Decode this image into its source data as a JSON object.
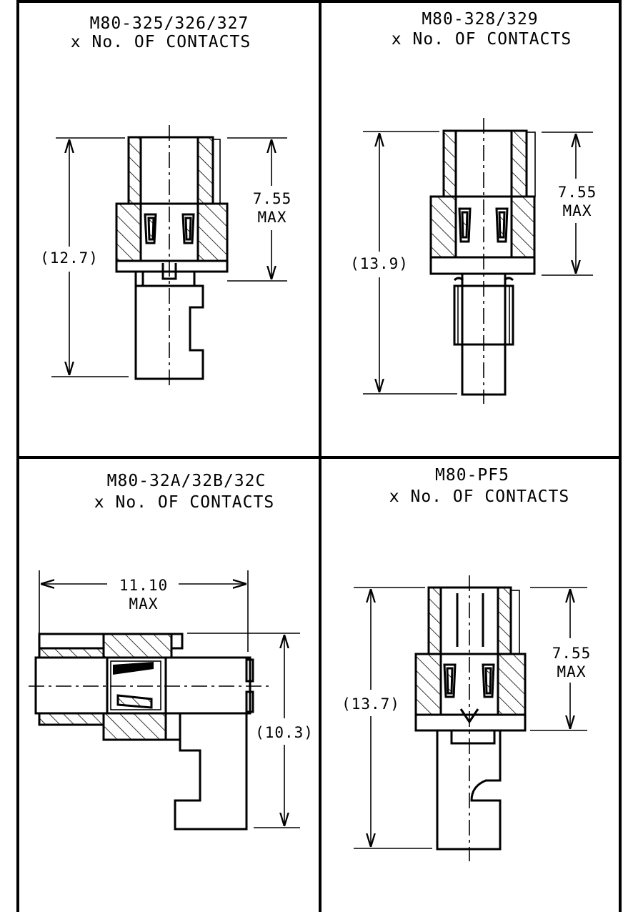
{
  "panels": [
    {
      "title_line1": "M80-325/326/327",
      "title_line2": "x No. OF CONTACTS",
      "dim_height": "(12.7)",
      "dim_max_value": "7.55",
      "dim_max_label": "MAX"
    },
    {
      "title_line1": "M80-328/329",
      "title_line2": "x No. OF CONTACTS",
      "dim_height": "(13.9)",
      "dim_max_value": "7.55",
      "dim_max_label": "MAX"
    },
    {
      "title_line1": "M80-32A/32B/32C",
      "title_line2": "x No. OF CONTACTS",
      "dim_width_value": "11.10",
      "dim_width_label": "MAX",
      "dim_height": "(10.3)"
    },
    {
      "title_line1": "M80-PF5",
      "title_line2": "x No. OF CONTACTS",
      "dim_height": "(13.7)",
      "dim_max_value": "7.55",
      "dim_max_label": "MAX"
    }
  ]
}
